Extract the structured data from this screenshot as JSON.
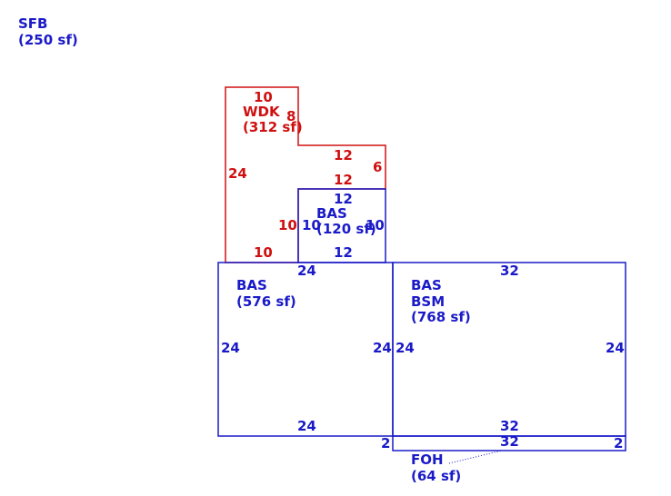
{
  "sfb": {
    "code": "SFB",
    "area": "(250 sf)"
  },
  "wdk": {
    "code": "WDK",
    "area": "(312 sf)",
    "dims": {
      "top": "10",
      "step_side": "8",
      "step_top": "12",
      "right": "6",
      "bottom_top": "12",
      "left": "24",
      "inner_left": "10",
      "bottom": "10"
    }
  },
  "bas_small": {
    "code": "BAS",
    "area": "(120 sf)",
    "dims": {
      "top": "12",
      "left": "10",
      "right": "10",
      "bottom": "12"
    }
  },
  "bas_left": {
    "code": "BAS",
    "area": "(576 sf)",
    "dims": {
      "top": "24",
      "left": "24",
      "right": "24",
      "bottom": "24",
      "lower_right": "2"
    }
  },
  "bas_right": {
    "code": "BAS",
    "code2": "BSM",
    "area": "(768 sf)",
    "dims": {
      "top": "32",
      "left": "24",
      "right": "24",
      "bottom": "32"
    }
  },
  "foh": {
    "code": "FOH",
    "area": "(64 sf)",
    "dims": {
      "top": "32",
      "right": "2"
    }
  },
  "colors": {
    "blue": "#1a1ac8",
    "red": "#d01010"
  }
}
